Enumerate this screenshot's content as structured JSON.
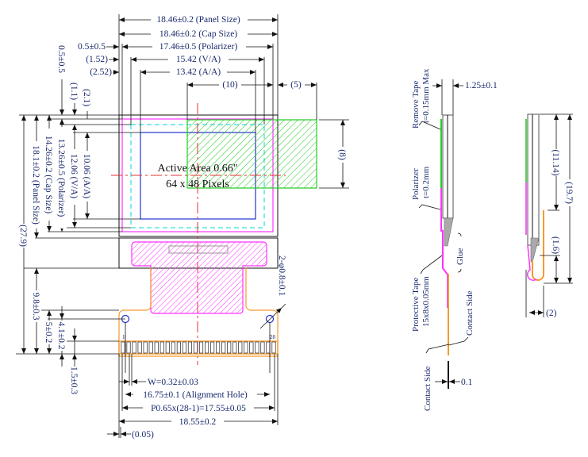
{
  "drawing": {
    "active_area_title": "Active Area 0.66\"",
    "active_area_pixels": "64 x 48 Pixels",
    "colors": {
      "outline": "#111111",
      "polarizer": "#ff33ff",
      "viewing_area": "#33dddd",
      "active_area": "#2233cc",
      "remove_tape": "#22cc22",
      "fpc": "#f59a2e",
      "center_line": "#e53030",
      "alignment_hole": "#2233cc"
    },
    "top_dimensions": {
      "panel_size": "18.46±0.2 (Panel Size)",
      "cap_size": "18.46±0.2 (Cap Size)",
      "polarizer": "17.46±0.5 (Polarizer)",
      "va": "15.42 (V/A)",
      "aa": "13.42 (A/A)",
      "offset_polarizer": "0.5±0.5",
      "offset_va": "(1.52)",
      "offset_aa": "(2.52)",
      "tape_width": "(10)",
      "tape_overhang": "(5)"
    },
    "left_dimensions": {
      "offset_polarizer": "0.5±0.5",
      "offset_va": "(1.1)",
      "offset_aa": "(2.1)",
      "aa": "10.06 (A/A)",
      "va": "12.06 (V/A)",
      "polarizer": "13.26±0.5 (Polarizer)",
      "cap_size": "14.26±0.2 (Cap Size)",
      "panel_size": "18.1±0.2 (Panel Size)",
      "total": "(27.9)",
      "fpc_length": "9.8±0.3",
      "hole_to_edge": "5±0.2",
      "hole_pitch": "4.1±0.2",
      "contact_length": "1.5±0.3"
    },
    "right_dimensions": {
      "tape_height": "(8)",
      "hole_dia": "2-φ0.8±0.1"
    },
    "bottom_dimensions": {
      "pin_width": "W=0.32±0.03",
      "alignment_hole": "16.75±0.1 (Alignment Hole)",
      "pitch": "P0.65x(28-1)=17.55±0.05",
      "fpc_width": "18.55±0.2",
      "edge_offset": "(0.05)"
    },
    "pins": {
      "first": "1",
      "last": "28",
      "count": 28
    },
    "side_view": {
      "thickness": "1.25±0.1",
      "remove_tape": "Remove Tape",
      "remove_tape_t": "t=0.15mm Max",
      "polarizer": "Polarizer",
      "polarizer_t": "t=0.2mm",
      "glue": "Glue",
      "protective_tape": "Protective Tape",
      "protective_tape_size": "15x8x0.05mm",
      "contact_side_1": "Contact Side",
      "contact_side_2": "Contact Side",
      "fpc_thickness": "0.1"
    },
    "bent_view": {
      "upper": "(11.14)",
      "total": "(19.7)",
      "lower": "(1.6)",
      "depth": "(2)"
    }
  }
}
